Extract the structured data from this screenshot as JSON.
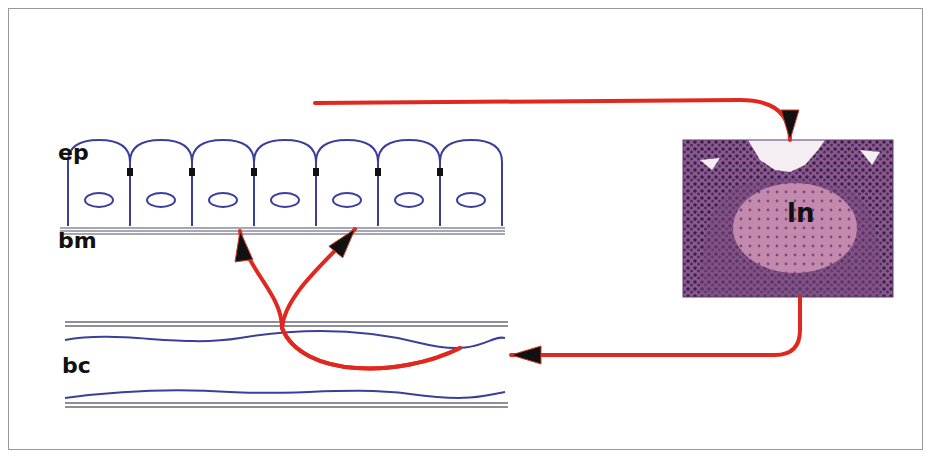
{
  "diagram": {
    "nodes": [
      {
        "text": [
          "ep"
        ]
      },
      {
        "text": [
          "bm"
        ]
      },
      {
        "text": [
          "bc"
        ]
      },
      {
        "text": [
          "ln"
        ]
      }
    ],
    "edges": [
      {
        "from": 0,
        "to": 3,
        "arrow": "to"
      },
      {
        "from": 3,
        "to": 2,
        "arrow": "to"
      },
      {
        "from": 2,
        "to": 1,
        "arrow": "to"
      },
      {
        "from": 2,
        "to": 1,
        "arrow": "to"
      }
    ]
  }
}
